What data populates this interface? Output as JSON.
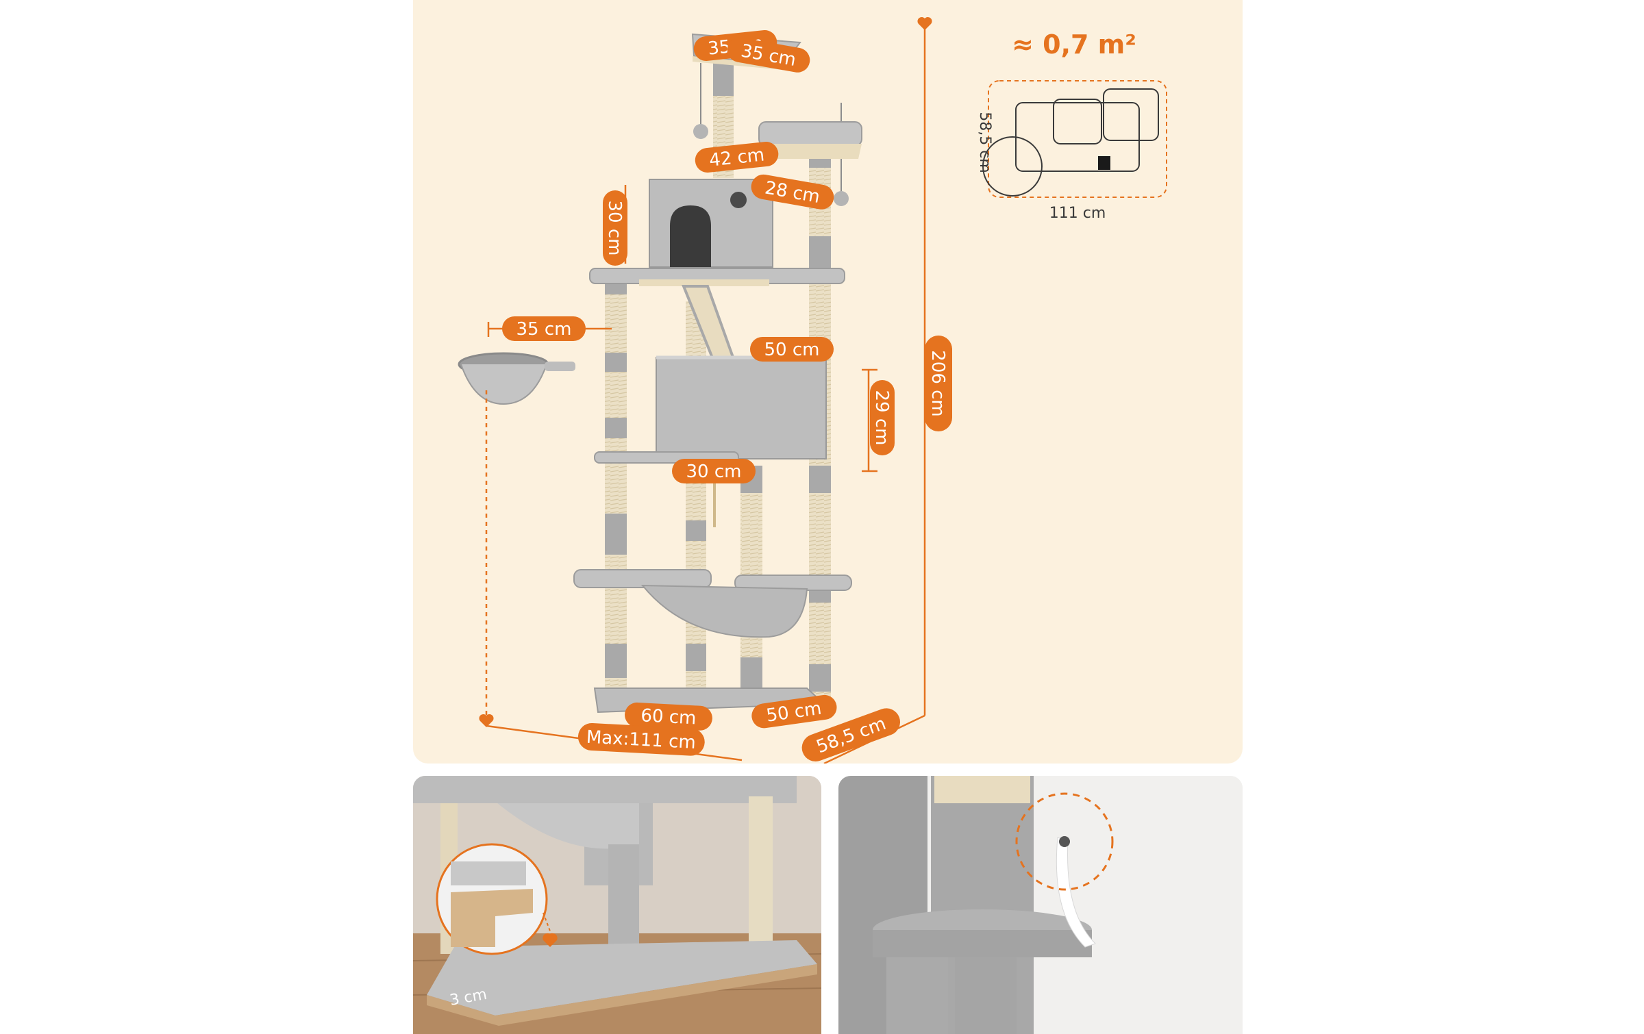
{
  "dimensions": {
    "top_perch_left": "35 cm",
    "top_perch_right": "35 cm",
    "condo_width": "42 cm",
    "side_perch_depth": "28 cm",
    "condo_height": "30 cm",
    "basket_width": "35 cm",
    "box_width": "50 cm",
    "box_height": "29 cm",
    "box_gap": "30 cm",
    "base_width": "60 cm",
    "base_depth": "50 cm",
    "max_width": "Max:111 cm",
    "total_depth": "58,5 cm",
    "total_height": "206 cm",
    "base_thickness": "3 cm"
  },
  "footprint": {
    "area": "≈ 0,7 m²",
    "depth": "58,5 cm",
    "width": "111 cm"
  },
  "colors": {
    "accent": "#e5731f",
    "background": "#fcf1de",
    "plush": "#b9b9b9",
    "sisal": "#e8dcc0"
  },
  "icons": {
    "heart_marker": "heart-icon",
    "anti_tip_strap": "wall-strap-icon"
  }
}
